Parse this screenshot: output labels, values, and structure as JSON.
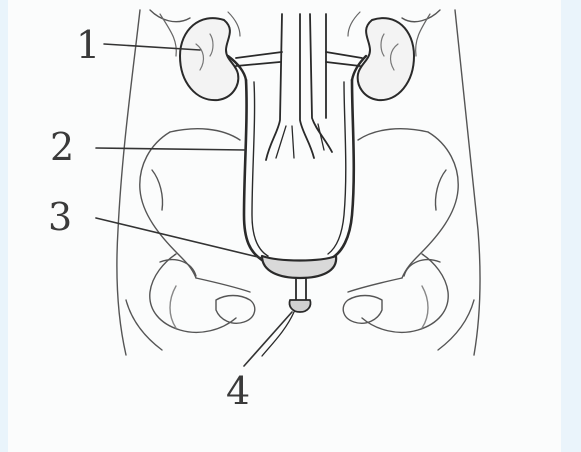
{
  "labels": {
    "one": "1",
    "two": "2",
    "three": "3",
    "four": "4"
  },
  "colors": {
    "ink": "#2a2a2a",
    "faint_ink": "#6a6a6a",
    "background": "#fbfcfc",
    "side_band": "#e9f4fb"
  }
}
